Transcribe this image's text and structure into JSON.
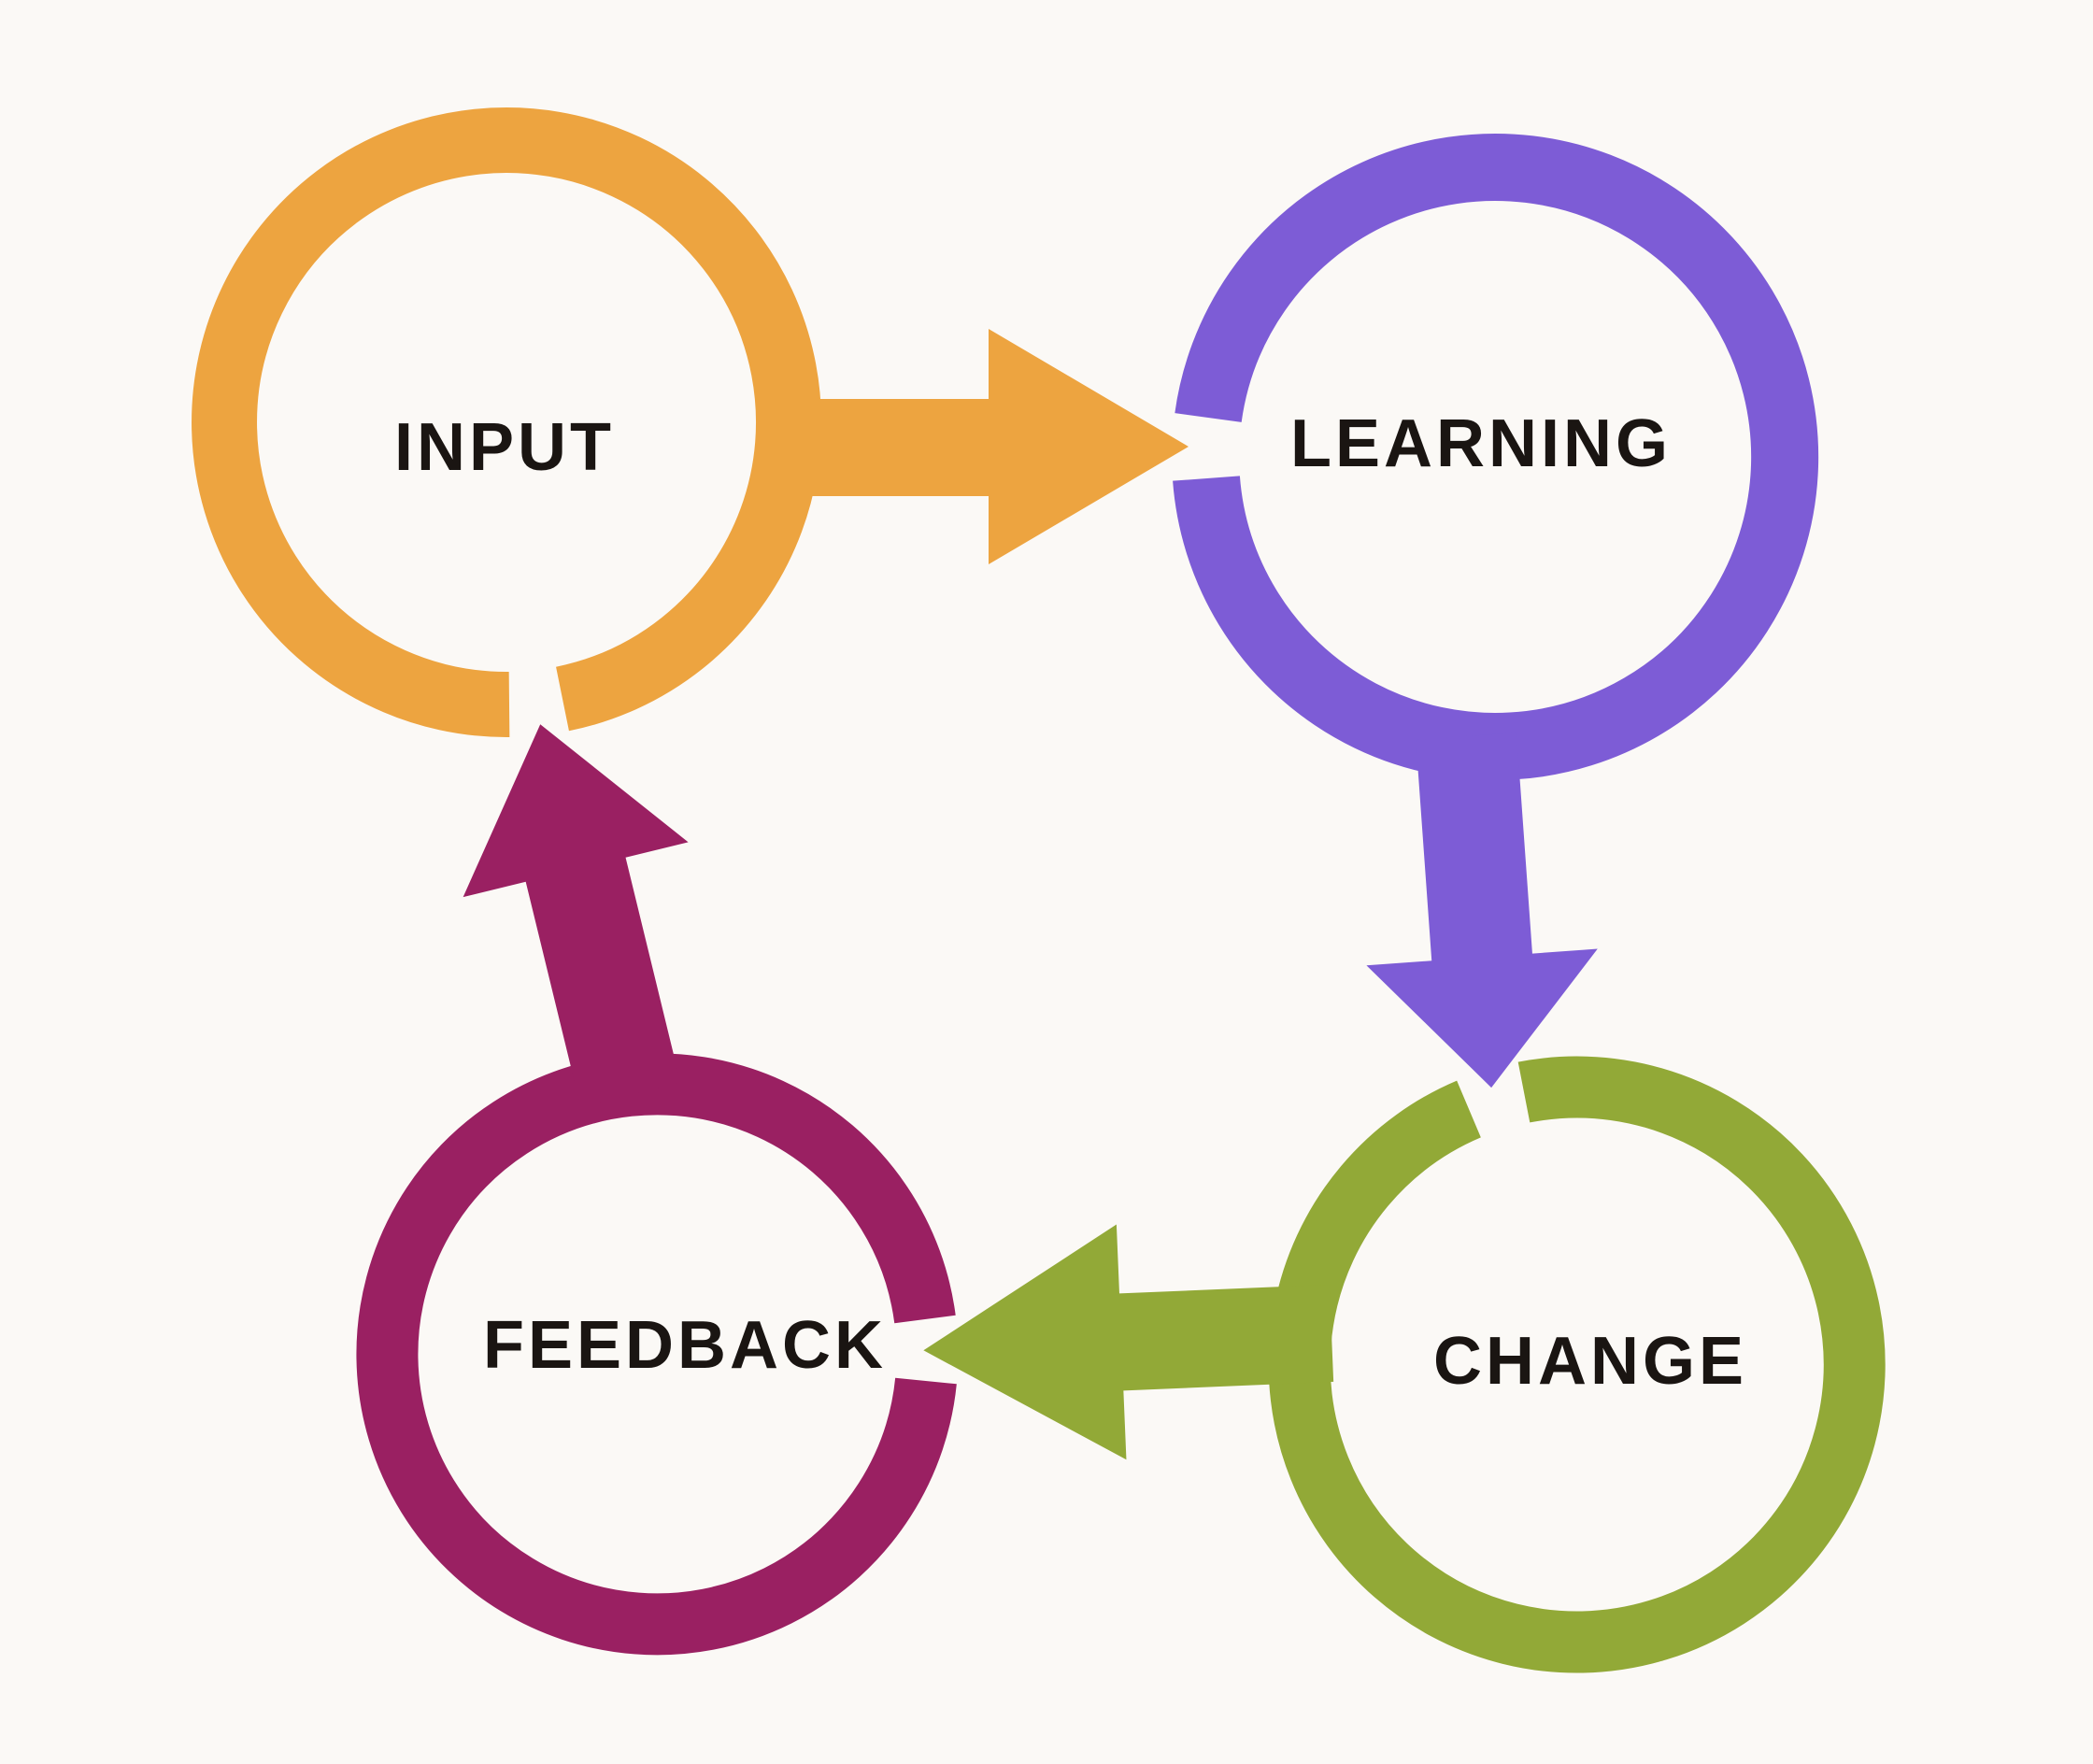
{
  "diagram": {
    "title": "Learning cycle diagram",
    "background_color": "#fbf9f6",
    "label_color": "#1a1512",
    "nodes": [
      {
        "id": "input",
        "label": "INPUT",
        "color": "#eda440",
        "position": "top-left"
      },
      {
        "id": "learning",
        "label": "LEARNING",
        "color": "#7d5cd6",
        "position": "top-right"
      },
      {
        "id": "change",
        "label": "CHANGE",
        "color": "#92a937",
        "position": "bottom-right"
      },
      {
        "id": "feedback",
        "label": "FEEDBACK",
        "color": "#9a2062",
        "position": "bottom-left"
      }
    ],
    "arrows": [
      {
        "id": "input-to-learning",
        "from": "INPUT",
        "to": "LEARNING",
        "direction": "right",
        "color": "#eda440"
      },
      {
        "id": "learning-to-change",
        "from": "LEARNING",
        "to": "CHANGE",
        "direction": "down",
        "color": "#7d5cd6"
      },
      {
        "id": "change-to-feedback",
        "from": "CHANGE",
        "to": "FEEDBACK",
        "direction": "left",
        "color": "#92a937"
      },
      {
        "id": "feedback-to-input",
        "from": "FEEDBACK",
        "to": "INPUT",
        "direction": "up",
        "color": "#9a2062"
      }
    ]
  }
}
